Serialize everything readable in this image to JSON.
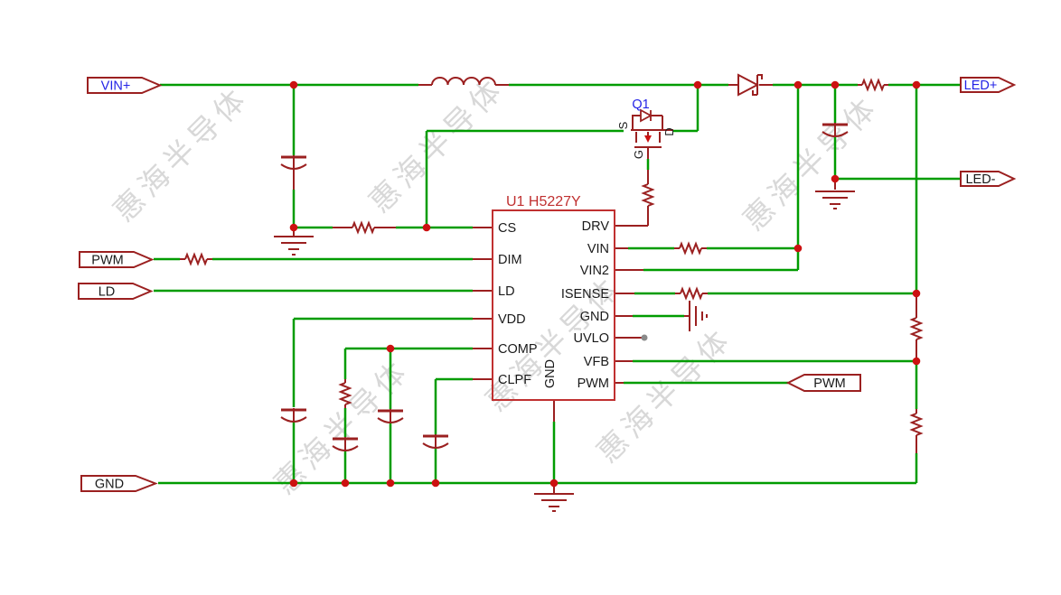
{
  "ports": {
    "vin_plus": "VIN+",
    "pwm_left": "PWM",
    "ld": "LD",
    "gnd": "GND",
    "led_plus": "LED+",
    "led_minus": "LED-",
    "pwm_right": "PWM"
  },
  "ic": {
    "title": "U1 H5227Y",
    "left_pins": [
      "CS",
      "DIM",
      "LD",
      "VDD",
      "COMP",
      "CLPF"
    ],
    "right_pins": [
      "DRV",
      "VIN",
      "VIN2",
      "ISENSE",
      "GND",
      "UVLO",
      "VFB",
      "PWM"
    ],
    "bottom_pin": "GND"
  },
  "mosfet": {
    "designator": "Q1",
    "source": "S",
    "drain": "D",
    "gate": "G"
  },
  "watermark": {
    "text": "惠海半导体"
  },
  "colors": {
    "wire": "#009c00",
    "component": "#9b2020",
    "ic_outline": "#c03030",
    "junction": "#cc1111",
    "label_blue": "#2323e6",
    "text": "#1a1a1a",
    "watermark": "#d8d8d8",
    "no_connect": "#8a8a8a",
    "background": "#ffffff"
  }
}
